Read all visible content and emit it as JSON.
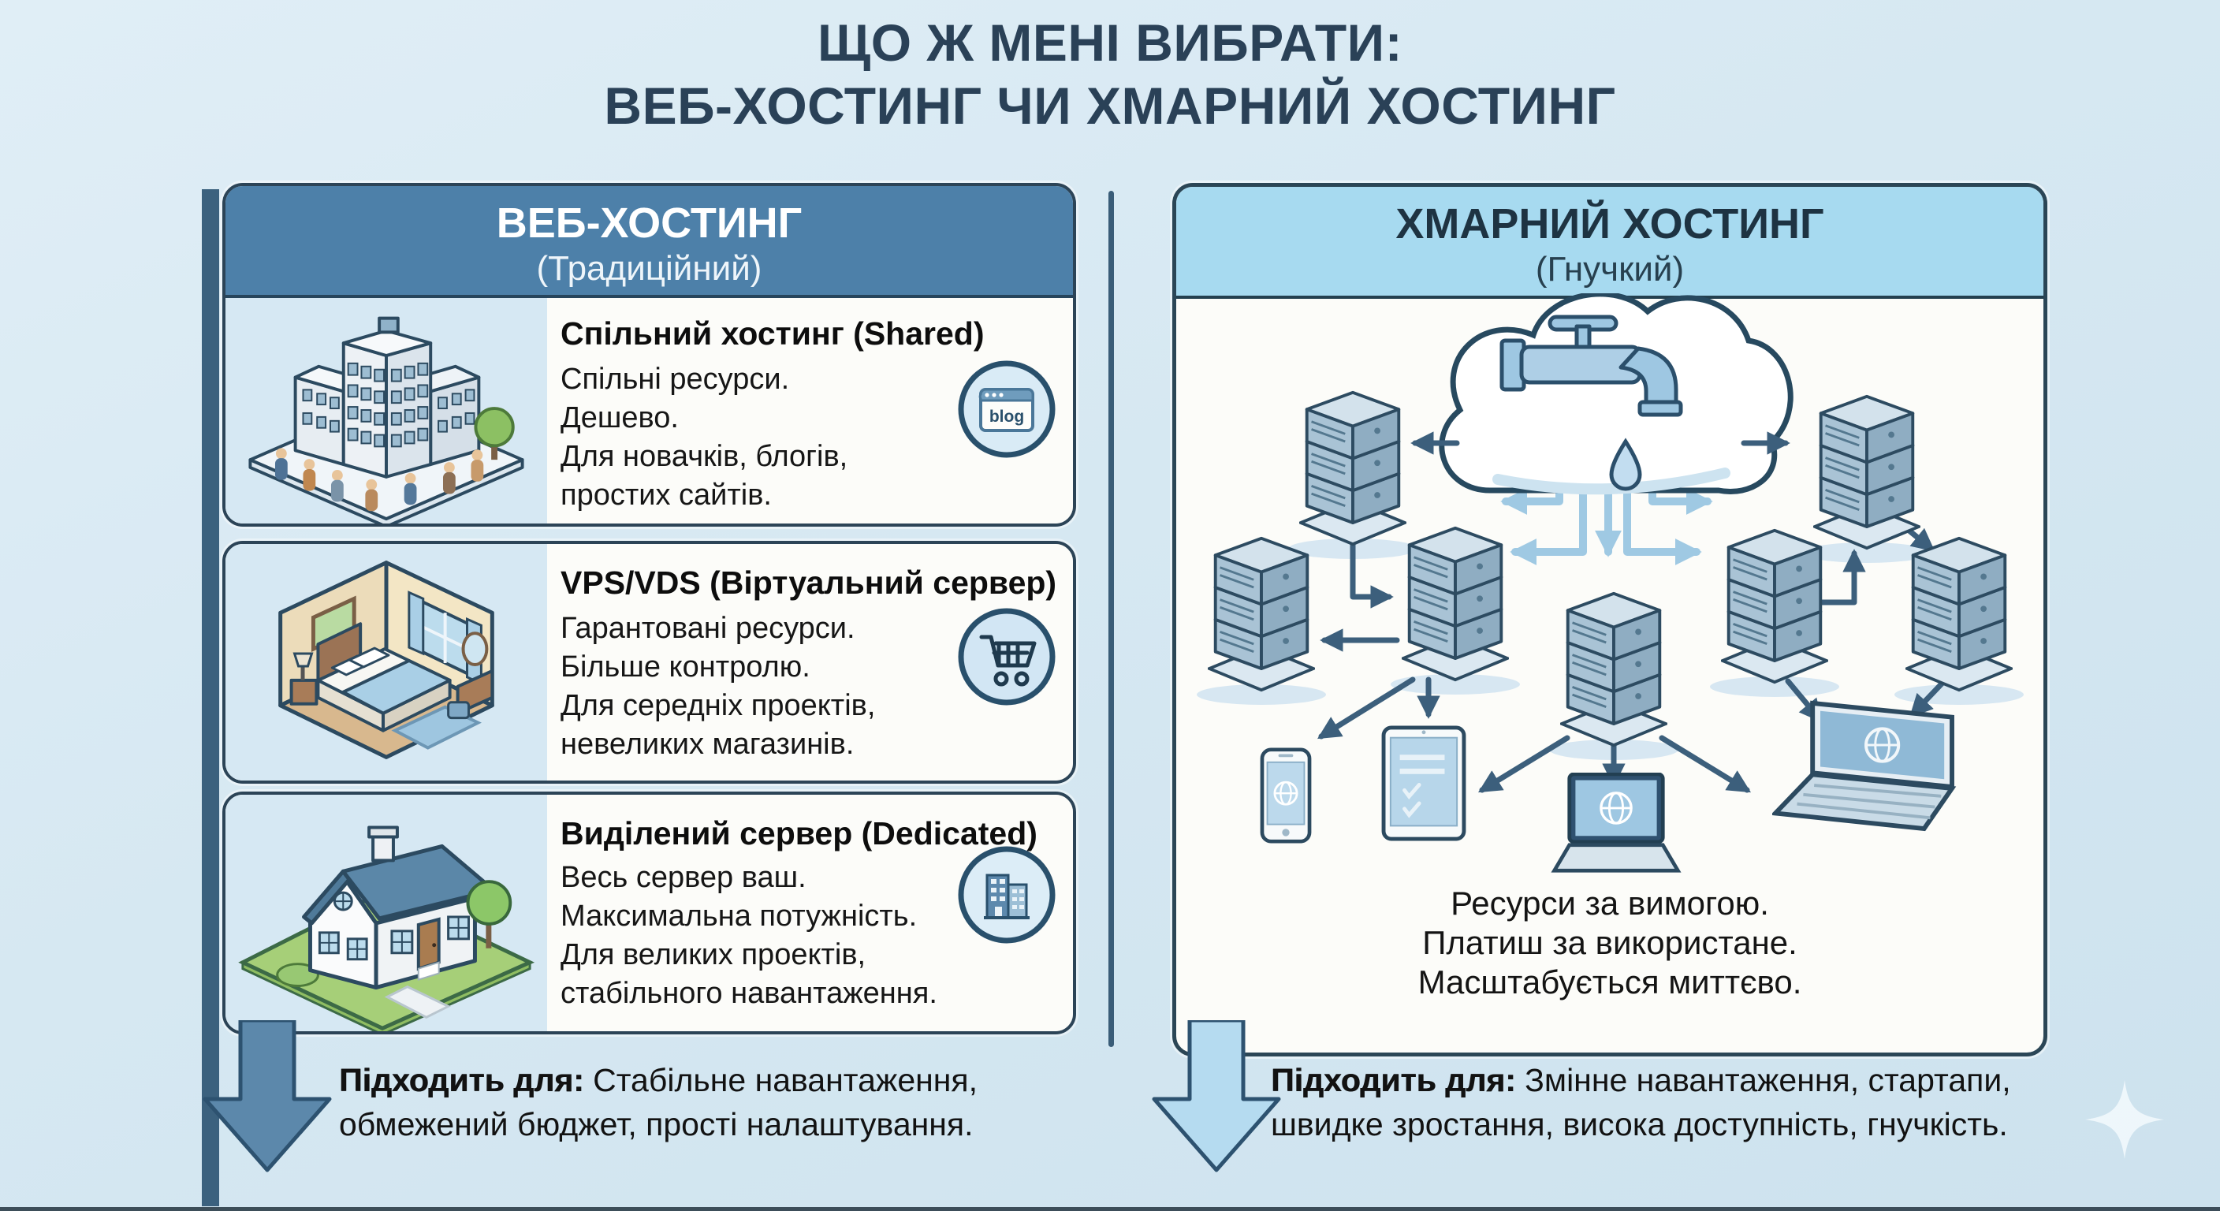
{
  "page": {
    "title_line1": "ЩО Ж МЕНІ ВИБРАТИ:",
    "title_line2": "ВЕБ-ХОСТИНГ ЧИ ХМАРНИЙ ХОСТИНГ"
  },
  "left_panel": {
    "header_title": "ВЕБ-ХОСТИНГ",
    "header_subtitle": "(Традиційний)",
    "cards": [
      {
        "title": "Спільний хостинг (Shared)",
        "lines": [
          "Спільні ресурси.",
          "Дешево.",
          "Для новачків, блогів,",
          "простих сайтів."
        ],
        "icon": "blog-browser-icon",
        "icon_label": "blog"
      },
      {
        "title": "VPS/VDS (Віртуальний сервер)",
        "lines": [
          "Гарантовані ресурси.",
          "Більше контролю.",
          "Для середніх проектів,",
          "невеликих магазинів."
        ],
        "icon": "shopping-cart-icon"
      },
      {
        "title": "Виділений сервер (Dedicated)",
        "lines": [
          "Весь сервер ваш.",
          "Максимальна потужність.",
          "Для великих проектів,",
          "стабільного навантаження."
        ],
        "icon": "office-building-icon"
      }
    ],
    "footer_prefix": "Підходить для:",
    "footer_line1": " Стабільне навантаження,",
    "footer_line2": "обмежений бюджет, прості налаштування."
  },
  "right_panel": {
    "header_title": "ХМАРНИЙ ХОСТИНГ",
    "header_subtitle": "(Гнучкий)",
    "description": [
      "Ресурси за вимогою.",
      "Платиш за використане.",
      "Масштабується миттєво."
    ],
    "footer_prefix": "Підходить для:",
    "footer_line1": " Змінне навантаження, стартапи,",
    "footer_line2": "швидке зростання, висока доступність, гнучкість."
  },
  "colors": {
    "title_text": "#2a4157",
    "left_header_bg": "#4d80a9",
    "right_header_bg": "#a7daf0",
    "card_border": "#2c4457",
    "left_arrow_fill": "#5c88ab",
    "right_arrow_fill": "#b5dbf0",
    "dark_arrow": "#3c5f7c",
    "light_arrow": "#9fc9e3",
    "background": "#d6e8f2"
  }
}
